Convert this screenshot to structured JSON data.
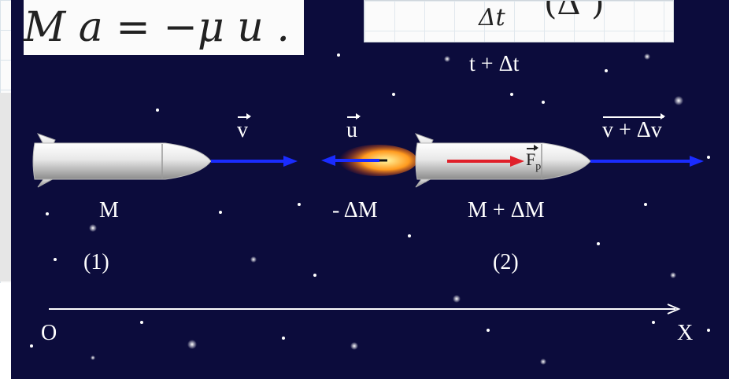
{
  "formulas": {
    "momentum_eq": "M a = −μ u .",
    "frac_denominator": "Δt",
    "partial_right": "(Δ   )"
  },
  "labels": {
    "time_label": "t + Δt",
    "velocity": "v",
    "exhaust_velocity": "u",
    "final_velocity": "v + Δv",
    "thrust": "F",
    "thrust_sub": "p",
    "mass_initial": "M",
    "mass_ejected": "- ΔM",
    "mass_final": "M + ΔM",
    "state_1": "(1)",
    "state_2": "(2)",
    "axis_origin": "O",
    "axis_x": "X"
  },
  "colors": {
    "space_background": "#0c0c3c",
    "velocity_arrow": "#1a2cff",
    "thrust_arrow": "#e0202a",
    "axis_line": "#ffffff",
    "rocket_body": "#d8d8d8"
  }
}
